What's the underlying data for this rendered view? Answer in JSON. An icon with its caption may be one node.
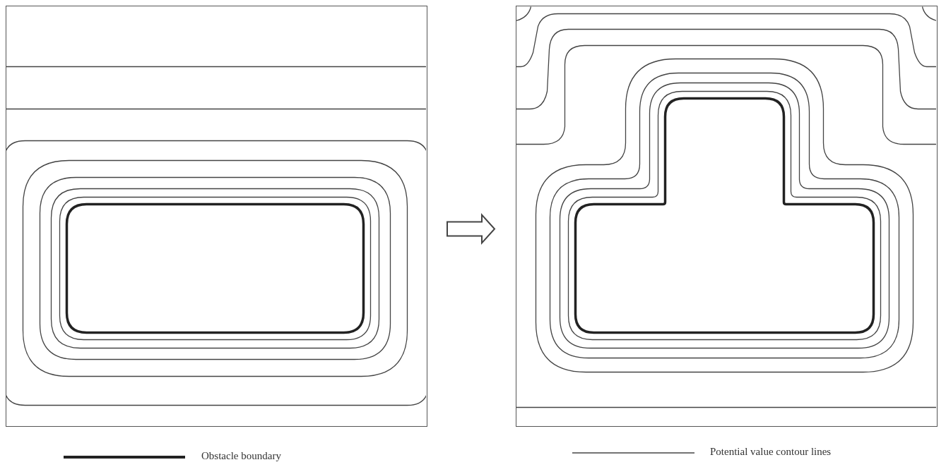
{
  "diagram": {
    "nodes": [
      {
        "text": [],
        "shape": "box"
      },
      {
        "text": [],
        "shape": "box"
      }
    ],
    "edges": [
      {
        "from": 0,
        "to": 1,
        "arrow": "to"
      }
    ],
    "legend": [
      {
        "text": "Obstacle boundary"
      },
      {
        "text": "Potential value contour lines"
      }
    ]
  }
}
